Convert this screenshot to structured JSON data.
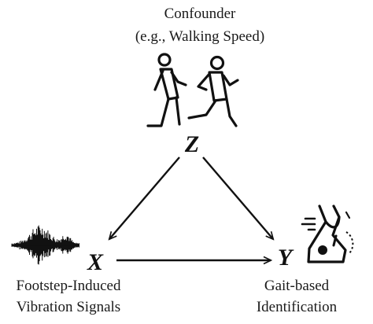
{
  "confounder": {
    "title": "Confounder",
    "example": "(e.g., Walking Speed)",
    "node": "Z",
    "icon": "walking-running-people-icon"
  },
  "cause": {
    "node": "X",
    "label_line1": "Footstep-Induced",
    "label_line2": "Vibration Signals",
    "icon": "vibration-waveform-icon"
  },
  "effect": {
    "node": "Y",
    "label_line1": "Gait-based",
    "label_line2": "Identification",
    "icon": "moving-foot-icon"
  },
  "edges": [
    {
      "from": "Z",
      "to": "X"
    },
    {
      "from": "Z",
      "to": "Y"
    },
    {
      "from": "X",
      "to": "Y"
    }
  ]
}
